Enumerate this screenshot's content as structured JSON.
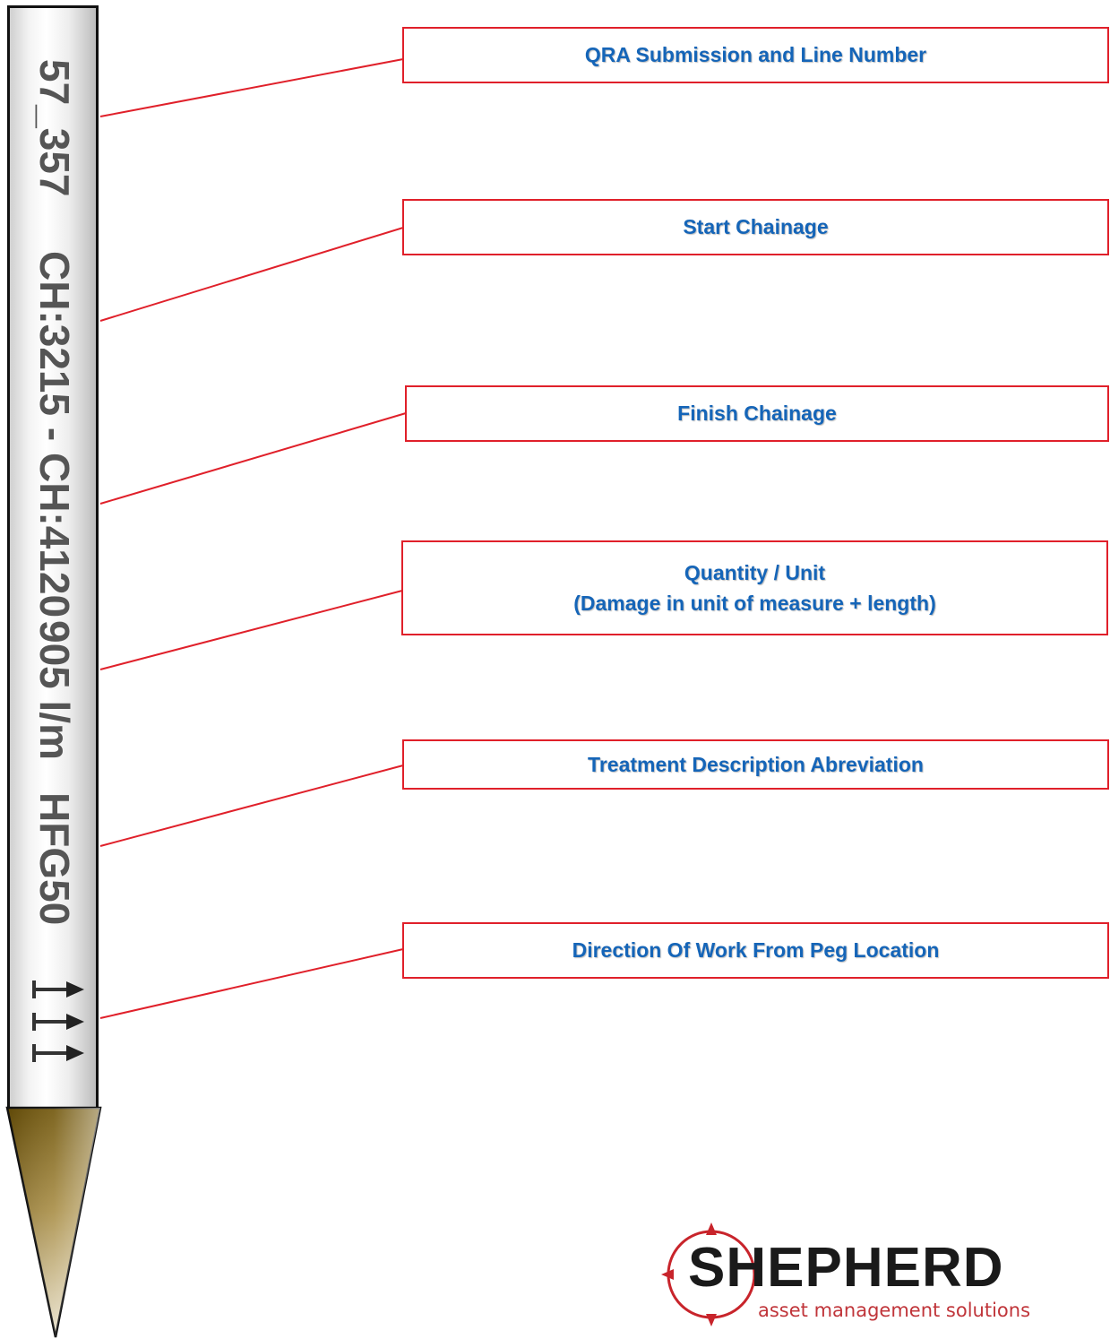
{
  "peg": {
    "line_number": "57_357",
    "chainage": "CH:3215 - CH:4120",
    "quantity": "905 l/m",
    "treatment": "HFG50",
    "arrow_count": 3
  },
  "callouts": [
    {
      "label": "QRA Submission and Line Number"
    },
    {
      "label": "Start Chainage"
    },
    {
      "label": "Finish Chainage"
    },
    {
      "label": "Quantity / Unit",
      "sublabel": "(Damage in unit of measure + length)"
    },
    {
      "label": "Treatment Description Abreviation"
    },
    {
      "label": "Direction Of Work From Peg Location"
    }
  ],
  "logo": {
    "name": "SHEPHERD",
    "tagline": "asset management solutions"
  },
  "colors": {
    "callout_border": "#e0202a",
    "callout_text": "#1565b8",
    "leader_line": "#e0202a",
    "peg_text": "#555555",
    "tip_gold": "#7a5c08"
  }
}
